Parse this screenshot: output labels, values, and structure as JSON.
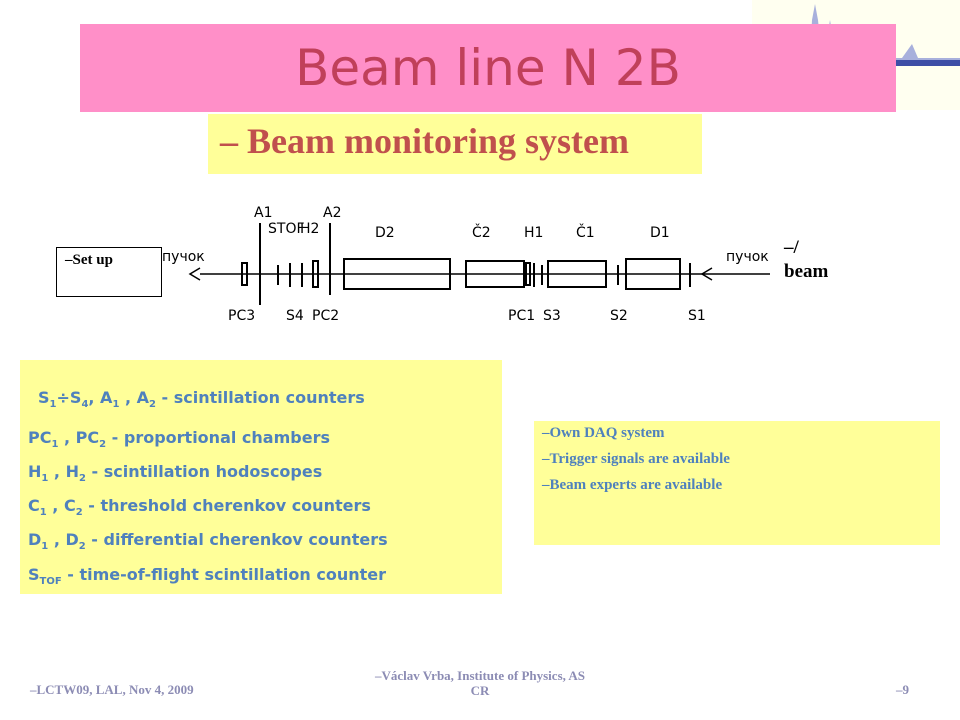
{
  "slide": {
    "title": "Beam line N 2B",
    "subtitle": "– Beam monitoring system"
  },
  "diagram": {
    "setup_label": "–Set up",
    "beam_label_top": "–/",
    "beam_label_bottom": "beam",
    "incoming_label_left": "пучок",
    "incoming_label_right": "пучок",
    "top_labels": {
      "a1": "A1",
      "stof": "STOF",
      "h2": "H2",
      "a2": "A2",
      "d2": "D2",
      "c2": "Č2",
      "h1": "H1",
      "c1": "Č1",
      "d1": "D1"
    },
    "bottom_labels": {
      "pc3": "PC3",
      "s4": "S4",
      "pc2": "PC2",
      "pc1": "PC1",
      "s3": "S3",
      "s2": "S2",
      "s1": "S1"
    }
  },
  "legend": {
    "items": [
      {
        "prefix": "S",
        "sub1": "1",
        "mid": "÷S",
        "sub2": "4",
        "mid2": ", A",
        "sub3": "1",
        "mid3": " , A",
        "sub4": "2",
        "text": " - scintillation counters"
      },
      {
        "prefix": "PC",
        "sub1": "1",
        "mid": " , PC",
        "sub2": "2",
        "text": " - proportional chambers"
      },
      {
        "prefix": "H",
        "sub1": "1",
        "mid": " , H",
        "sub2": "2",
        "text": " - scintillation hodoscopes"
      },
      {
        "prefix": "C",
        "sub1": "1",
        "mid": " , C",
        "sub2": "2",
        "text": " - threshold cherenkov counters"
      },
      {
        "prefix": "D",
        "sub1": "1",
        "mid": " , D",
        "sub2": "2",
        "text": " - differential cherenkov counters"
      },
      {
        "prefix": "S",
        "sub1": "TOF",
        "text": " - time-of-flight scintillation counter"
      }
    ]
  },
  "info": {
    "lines": [
      "–Own DAQ system",
      "–Trigger signals are available",
      "–Beam experts are available"
    ]
  },
  "footer": {
    "left": "–LCTW09, LAL, Nov 4, 2009",
    "center_line1": "–Václav Vrba, Institute of Physics, AS",
    "center_line2": "CR",
    "page": "–9"
  }
}
